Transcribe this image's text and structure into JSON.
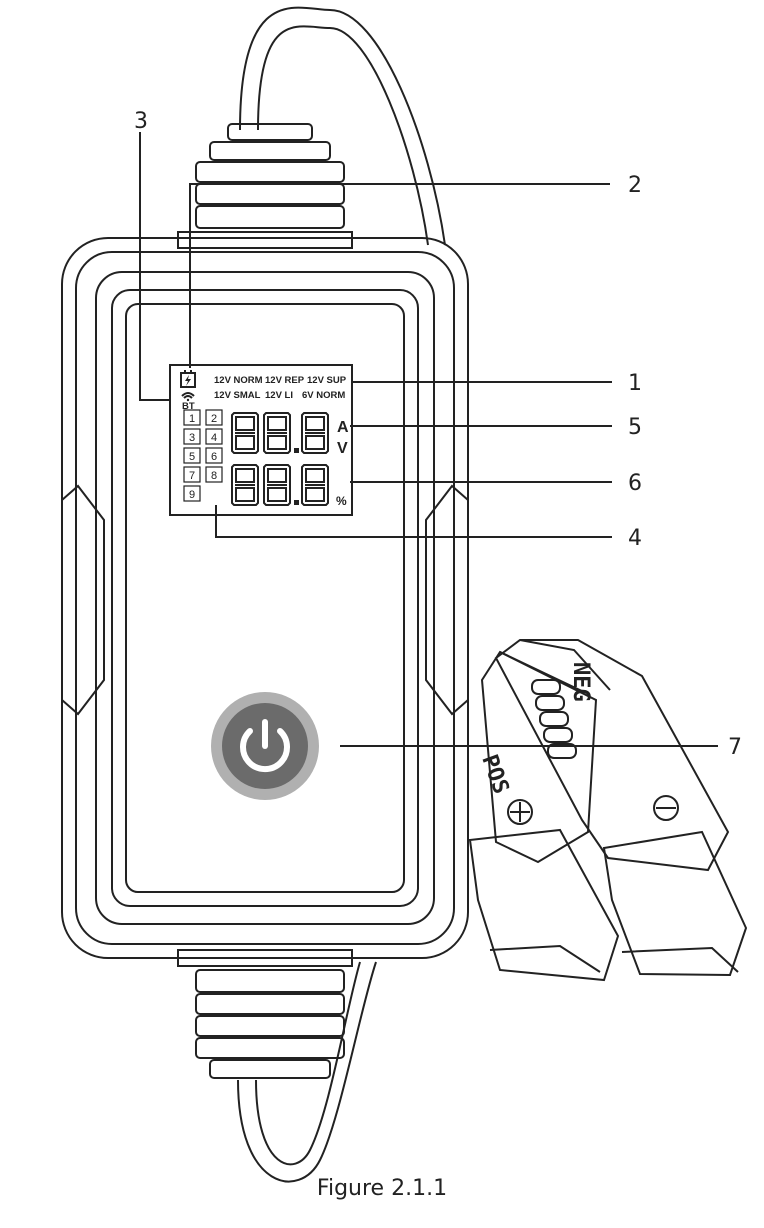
{
  "callouts": [
    {
      "id": "1",
      "label": "1"
    },
    {
      "id": "2",
      "label": "2"
    },
    {
      "id": "3",
      "label": "3"
    },
    {
      "id": "4",
      "label": "4"
    },
    {
      "id": "5",
      "label": "5"
    },
    {
      "id": "6",
      "label": "6"
    },
    {
      "id": "7",
      "label": "7"
    }
  ],
  "lcd": {
    "modes_row1": [
      "12V NORM",
      "12V REP",
      "12V SUP"
    ],
    "modes_row2": [
      "12V SMAL",
      "12V LI",
      "6V NORM"
    ],
    "bt_label": "BT",
    "steps": [
      "1",
      "2",
      "3",
      "4",
      "5",
      "6",
      "7",
      "8",
      "9"
    ],
    "digits_top": "88.8",
    "digits_bottom": "88.8",
    "unit_a": "A",
    "unit_v": "V",
    "unit_percent": "%"
  },
  "clamps": {
    "left_text": "POS",
    "right_text": "NEG"
  },
  "caption": "Figure 2.1.1"
}
